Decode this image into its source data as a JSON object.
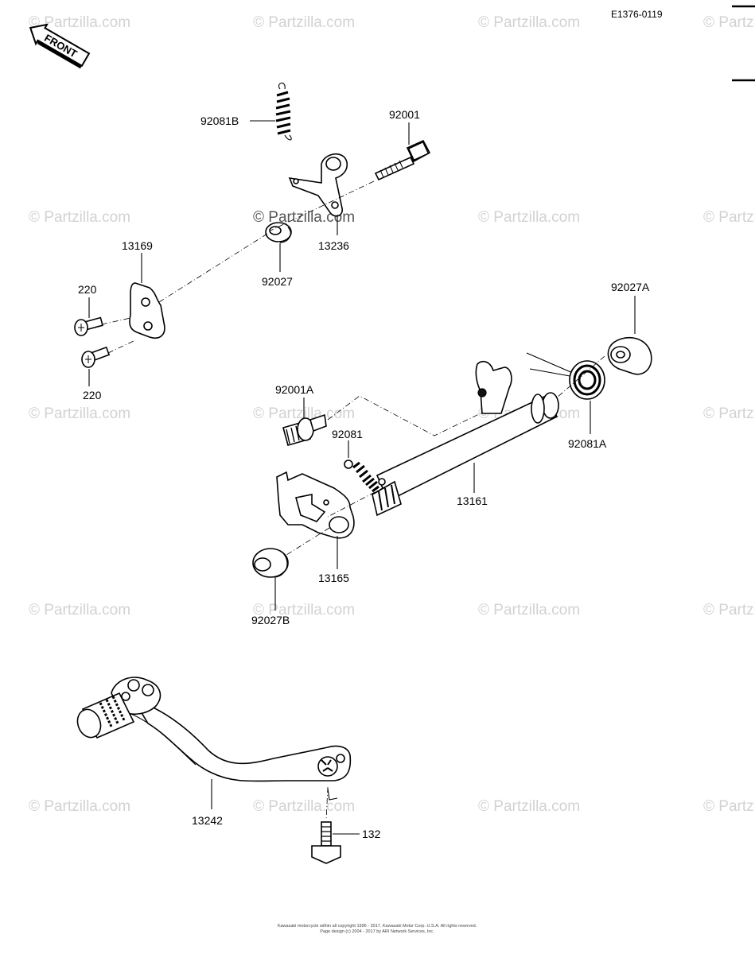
{
  "diagram_code": "E1376-0119",
  "front_label": "FRONT",
  "watermark_text": "© Partzilla.com",
  "watermark_center_text": "© Partzilla.com",
  "footer_line1": "Kawasaki motorcycle within all copyright 1996 - 2017. Kawasaki Motor Corp. U.S.A. All rights reserved.",
  "footer_line2": "Page design (c) 2004 - 2017 by ARI Network Services, Inc.",
  "parts": {
    "p92081B": "92081B",
    "p92001": "92001",
    "p13236": "13236",
    "p13169": "13169",
    "p92027": "92027",
    "p220a": "220",
    "p220b": "220",
    "p92027A": "92027A",
    "p92001A": "92001A",
    "p92081": "92081",
    "p92081A": "92081A",
    "p13161": "13161",
    "p13165": "13165",
    "p92027B": "92027B",
    "p13242": "13242",
    "p132": "132"
  }
}
